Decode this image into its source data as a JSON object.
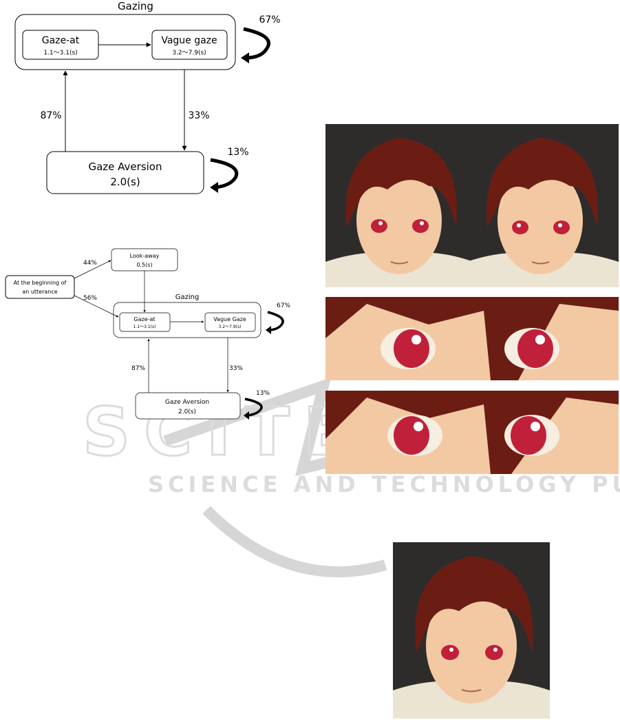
{
  "diagram_top": {
    "gazing_title": "Gazing",
    "gaze_at_label": "Gaze-at",
    "gaze_at_time": "1.1〜3.1(s)",
    "vague_gaze_label": "Vague gaze",
    "vague_gaze_time": "3.2〜7.9(s)",
    "loop_gazing_pct": "67%",
    "to_gazing_pct": "87%",
    "to_aversion_pct": "33%",
    "aversion_label": "Gaze Aversion",
    "aversion_time": "2.0(s)",
    "loop_aversion_pct": "13%"
  },
  "diagram_bottom": {
    "start_label_1": "At the beginning of",
    "start_label_2": "an utterance",
    "to_lookaway_pct": "44%",
    "to_gazing_direct_pct": "56%",
    "lookaway_label": "Look-away",
    "lookaway_time": "0.5(s)",
    "gazing_title": "Gazing",
    "gaze_at_label": "Gaze-at",
    "gaze_at_time": "1.1〜3.1(s)",
    "vague_gaze_label": "Vague Gaze",
    "vague_gaze_time": "3.2〜7.9(s)",
    "loop_gazing_pct": "67%",
    "to_gazing_pct": "87%",
    "to_aversion_pct": "33%",
    "aversion_label": "Gaze Aversion",
    "aversion_time": "2.0(s)",
    "loop_aversion_pct": "13%"
  },
  "watermark": {
    "logo_text": "SCITEPRESS",
    "tagline": "SCIENCE AND TECHNOLOGY PUBLICATIONS"
  },
  "colors": {
    "hair": "#6b1d14",
    "skin": "#f3c9a4",
    "eye": "#c0203a",
    "background": "#2d2b2a",
    "shirt": "#ece6d6",
    "watermark": "#d0d0d0"
  }
}
